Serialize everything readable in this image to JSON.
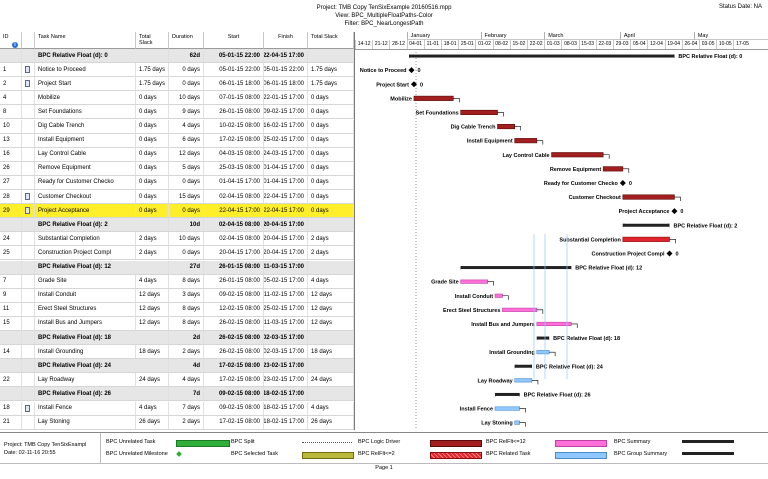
{
  "header": {
    "project_line": "Project: TMB Copy TenSixExample 20160516.mpp",
    "view_line": "View: BPC_MultipleFloatPaths-Color",
    "filter_line": "Filter: BPC_NearLongestPath",
    "status_date": "Status Date: NA"
  },
  "columns": {
    "id": "ID",
    "task_name": "Task Name",
    "total_slack": "Total Slack",
    "duration": "Duration",
    "start": "Start",
    "finish": "Finish",
    "total_slack2": "Total Slack",
    "info": "i"
  },
  "timescale": {
    "months": [
      "January",
      "February",
      "March",
      "April",
      "May"
    ],
    "weeks": [
      "14-12",
      "21-12",
      "28-12",
      "04-01",
      "11-01",
      "18-01",
      "25-01",
      "01-02",
      "08-02",
      "15-02",
      "22-02",
      "01-03",
      "08-03",
      "15-03",
      "22-03",
      "29-03",
      "05-04",
      "12-04",
      "19-04",
      "26-04",
      "03-05",
      "10-05",
      "17-05"
    ]
  },
  "rows": [
    {
      "type": "sum",
      "id": "",
      "name": "BPC Relative Float (d): 0",
      "slack": "",
      "dur": "62d",
      "start": "05-01-15 22:00",
      "finish": "22-04-15 17:00",
      "slack2": ""
    },
    {
      "type": "task",
      "id": "1",
      "icon": "notes",
      "name": "Notice to Proceed",
      "slack": "1.75 days",
      "dur": "0 days",
      "start": "05-01-15 22:00",
      "finish": "05-01-15 22:00",
      "slack2": "1.75 days"
    },
    {
      "type": "task",
      "id": "2",
      "icon": "note",
      "name": "Project Start",
      "slack": "1.75 days",
      "dur": "0 days",
      "start": "06-01-15 18:00",
      "finish": "06-01-15 18:00",
      "slack2": "1.75 days"
    },
    {
      "type": "task",
      "id": "4",
      "icon": "",
      "name": "Mobilize",
      "slack": "0 days",
      "dur": "10 days",
      "start": "07-01-15 08:00",
      "finish": "22-01-15 17:00",
      "slack2": "0 days"
    },
    {
      "type": "task",
      "id": "8",
      "icon": "",
      "name": "Set Foundations",
      "slack": "0 days",
      "dur": "9 days",
      "start": "26-01-15 08:00",
      "finish": "09-02-15 17:00",
      "slack2": "0 days"
    },
    {
      "type": "task",
      "id": "10",
      "icon": "",
      "name": "Dig Cable Trench",
      "slack": "0 days",
      "dur": "4 days",
      "start": "10-02-15 08:00",
      "finish": "16-02-15 17:00",
      "slack2": "0 days"
    },
    {
      "type": "task",
      "id": "13",
      "icon": "",
      "name": "Install Equipment",
      "slack": "0 days",
      "dur": "6 days",
      "start": "17-02-15 08:00",
      "finish": "25-02-15 17:00",
      "slack2": "0 days"
    },
    {
      "type": "task",
      "id": "16",
      "icon": "",
      "name": "Lay Control Cable",
      "slack": "0 days",
      "dur": "12 days",
      "start": "04-03-15 08:00",
      "finish": "24-03-15 17:00",
      "slack2": "0 days"
    },
    {
      "type": "task",
      "id": "26",
      "icon": "",
      "name": "Remove Equipment",
      "slack": "0 days",
      "dur": "5 days",
      "start": "25-03-15 08:00",
      "finish": "01-04-15 17:00",
      "slack2": "0 days"
    },
    {
      "type": "task",
      "id": "27",
      "icon": "",
      "name": "Ready for Customer Checko",
      "slack": "0 days",
      "dur": "0 days",
      "start": "01-04-15 17:00",
      "finish": "01-04-15 17:00",
      "slack2": "0 days"
    },
    {
      "type": "task",
      "id": "28",
      "icon": "note",
      "name": "Customer Checkout",
      "slack": "0 days",
      "dur": "15 days",
      "start": "02-04-15 08:00",
      "finish": "22-04-15 17:00",
      "slack2": "0 days"
    },
    {
      "type": "hl",
      "id": "29",
      "icon": "note",
      "name": "Project Acceptance",
      "slack": "0 days",
      "dur": "0 days",
      "start": "22-04-15 17:00",
      "finish": "22-04-15 17:00",
      "slack2": "0 days"
    },
    {
      "type": "sum",
      "id": "",
      "name": "BPC Relative Float (d): 2",
      "slack": "",
      "dur": "10d",
      "start": "02-04-15 08:00",
      "finish": "20-04-15 17:00",
      "slack2": ""
    },
    {
      "type": "task",
      "id": "24",
      "icon": "",
      "name": "Substantial Completion",
      "slack": "2 days",
      "dur": "10 days",
      "start": "02-04-15 08:00",
      "finish": "20-04-15 17:00",
      "slack2": "2 days"
    },
    {
      "type": "task",
      "id": "25",
      "icon": "",
      "name": "Construction Project Compl",
      "slack": "2 days",
      "dur": "0 days",
      "start": "20-04-15 17:00",
      "finish": "20-04-15 17:00",
      "slack2": "2 days"
    },
    {
      "type": "sum",
      "id": "",
      "name": "BPC Relative Float (d): 12",
      "slack": "",
      "dur": "27d",
      "start": "26-01-15 08:00",
      "finish": "11-03-15 17:00",
      "slack2": ""
    },
    {
      "type": "task",
      "id": "7",
      "icon": "",
      "name": "Grade Site",
      "slack": "4 days",
      "dur": "8 days",
      "start": "26-01-15 08:00",
      "finish": "05-02-15 17:00",
      "slack2": "4 days"
    },
    {
      "type": "task",
      "id": "9",
      "icon": "",
      "name": "Install Conduit",
      "slack": "12 days",
      "dur": "3 days",
      "start": "09-02-15 08:00",
      "finish": "11-02-15 17:00",
      "slack2": "12 days"
    },
    {
      "type": "task",
      "id": "11",
      "icon": "",
      "name": "Erect Steel Structures",
      "slack": "12 days",
      "dur": "8 days",
      "start": "12-02-15 08:00",
      "finish": "25-02-15 17:00",
      "slack2": "12 days"
    },
    {
      "type": "task",
      "id": "15",
      "icon": "",
      "name": "Install Bus and Jumpers",
      "slack": "12 days",
      "dur": "8 days",
      "start": "26-02-15 08:00",
      "finish": "11-03-15 17:00",
      "slack2": "12 days"
    },
    {
      "type": "sum",
      "id": "",
      "name": "BPC Relative Float (d): 18",
      "slack": "",
      "dur": "2d",
      "start": "26-02-15 08:00",
      "finish": "02-03-15 17:00",
      "slack2": ""
    },
    {
      "type": "task",
      "id": "14",
      "icon": "",
      "name": "Install Grounding",
      "slack": "18 days",
      "dur": "2 days",
      "start": "26-02-15 08:00",
      "finish": "02-03-15 17:00",
      "slack2": "18 days"
    },
    {
      "type": "sum",
      "id": "",
      "name": "BPC Relative Float (d): 24",
      "slack": "",
      "dur": "4d",
      "start": "17-02-15 08:00",
      "finish": "23-02-15 17:00",
      "slack2": ""
    },
    {
      "type": "task",
      "id": "22",
      "icon": "",
      "name": "Lay Roadway",
      "slack": "24 days",
      "dur": "4 days",
      "start": "17-02-15 08:00",
      "finish": "23-02-15 17:00",
      "slack2": "24 days"
    },
    {
      "type": "sum",
      "id": "",
      "name": "BPC Relative Float (d): 26",
      "slack": "",
      "dur": "7d",
      "start": "09-02-15 08:00",
      "finish": "18-02-15 17:00",
      "slack2": ""
    },
    {
      "type": "task",
      "id": "18",
      "icon": "notes",
      "name": "Install Fence",
      "slack": "4 days",
      "dur": "7 days",
      "start": "09-02-15 08:00",
      "finish": "18-02-15 17:00",
      "slack2": "4 days"
    },
    {
      "type": "task",
      "id": "21",
      "icon": "",
      "name": "Lay Stoning",
      "slack": "26 days",
      "dur": "2 days",
      "start": "17-02-15 08:00",
      "finish": "18-02-15 17:00",
      "slack2": "26 days"
    }
  ],
  "gantt_labels": {
    "sum0": "BPC Relative Float (d): 0",
    "sum2": "BPC Relative Float (d): 2",
    "sum12": "BPC Relative Float (d): 12",
    "sum18": "BPC Relative Float (d): 18",
    "sum24": "BPC Relative Float (d): 24",
    "sum26": "BPC Relative Float (d): 26",
    "zero": "0"
  },
  "legend": {
    "project": "Project: TMB Copy TenSixExampl",
    "date": "Date: 02-11-16 20:55",
    "items": [
      "BPC Unrelated Task",
      "BPC Unrelated Milestone",
      "BPC Split",
      "BPC Selected Task",
      "BPC Logic Driver",
      "BPC RelFlt<=2",
      "BPC RelFlt<=12",
      "BPC Related Task",
      "BPC Summary",
      "BPC Group Summary"
    ]
  },
  "footer": {
    "page": "Page 1"
  },
  "colors": {
    "critical": "#a31e1e",
    "float2": "#e0242c",
    "float12": "#ff6fd8",
    "blue": "#8fc8ff",
    "summary": "#222222",
    "highlight": "#ffef2a"
  }
}
